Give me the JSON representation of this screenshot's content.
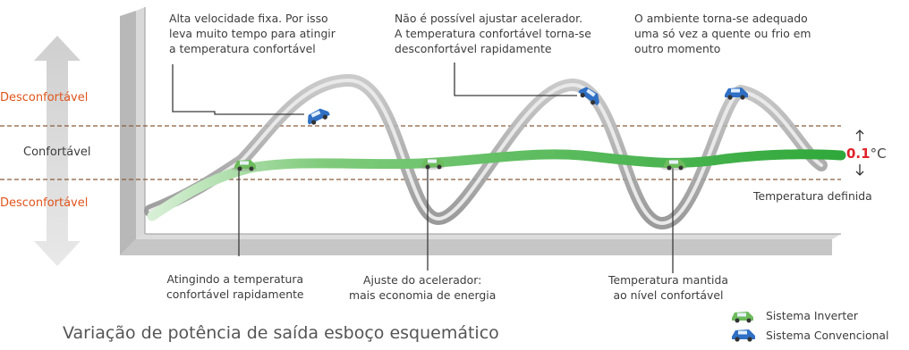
{
  "annotations_top": {
    "a1": [
      "Alta velocidade fixa. Por isso",
      "leva muito tempo para atingir",
      "a temperatura confortável"
    ],
    "a2": [
      "Não é possível ajustar acelerador.",
      "A temperatura confortável torna-se",
      "desconfortável rapidamente"
    ],
    "a3": [
      "O ambiente torna-se adequado",
      "uma só vez a quente ou frio em",
      "outro momento"
    ]
  },
  "annotations_bottom": {
    "b1": [
      "Atingindo a temperatura",
      "confortável rapidamente"
    ],
    "b2": [
      "Ajuste do acelerador:",
      "mais economia de energia"
    ],
    "b3": [
      "Temperatura mantida",
      "ao nível confortável"
    ]
  },
  "zones": {
    "upper": "Desconfortável",
    "middle": "Confortável",
    "lower": "Desconfortável"
  },
  "setpoint_label": "Temperatura definida",
  "tolerance": {
    "value": "0.1",
    "unit": "°C"
  },
  "legend": {
    "inverter": "Sistema Inverter",
    "conventional": "Sistema Convencional"
  },
  "title": "Variação de potência de saída esboço esquemático",
  "colors": {
    "warning": "#e0541b",
    "inverter_green": "#49b24a",
    "conventional_gray": "#a9a9a9",
    "tolerance_red": "#e0222a",
    "guide_line": "#8b5a3a"
  }
}
